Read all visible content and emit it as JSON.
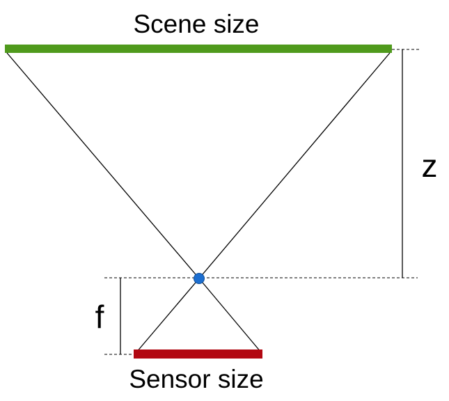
{
  "labels": {
    "scene": "Scene size",
    "sensor": "Sensor size",
    "z": "z",
    "f": "f"
  },
  "colors": {
    "scene_bar": "#4f9a1c",
    "sensor_bar": "#b20812",
    "pinhole": "#1c6ecf",
    "lines": "#000000",
    "dashed": "#000000"
  },
  "icons": {
    "pinhole": "pinhole-dot"
  }
}
